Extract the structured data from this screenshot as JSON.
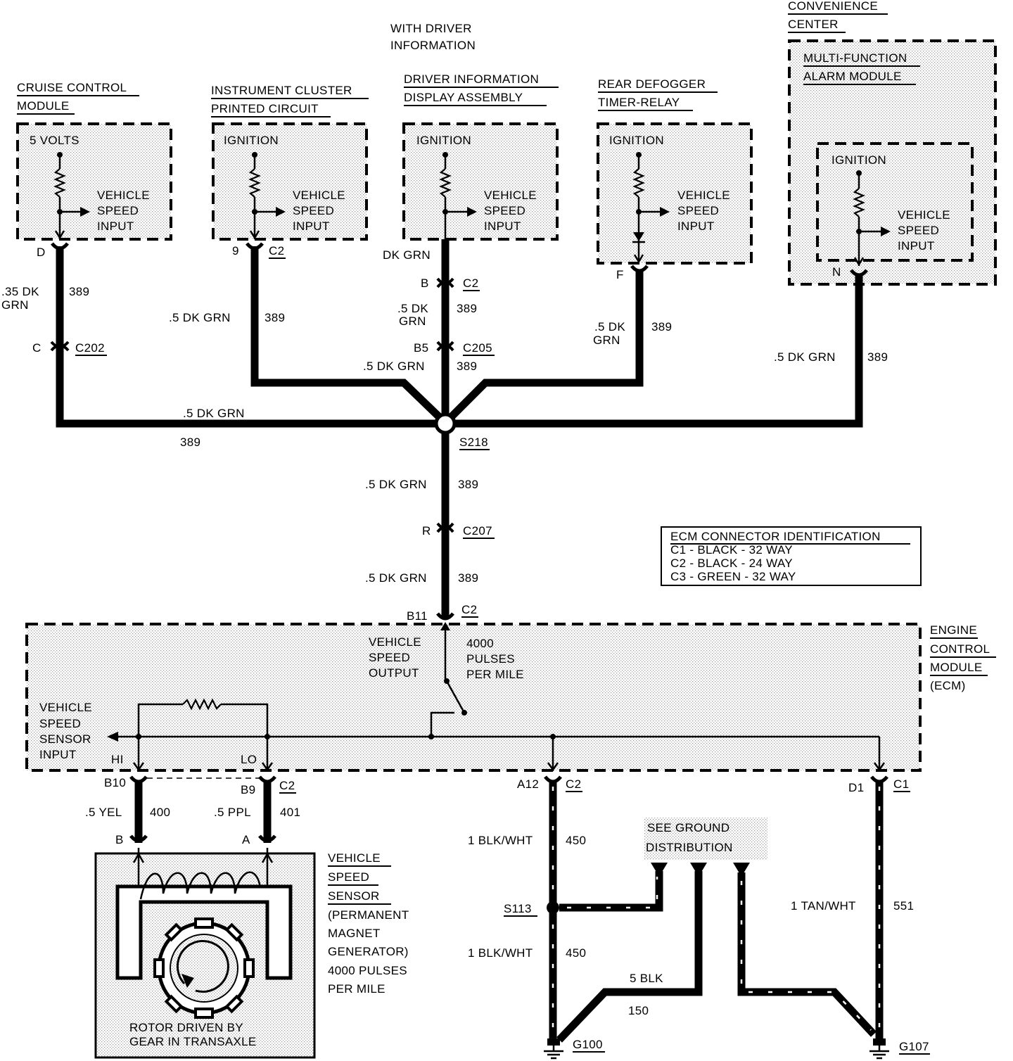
{
  "modules": {
    "cruise": {
      "title1": "CRUISE CONTROL",
      "title2": "MODULE",
      "supply": "5 VOLTS",
      "input1": "VEHICLE",
      "input2": "SPEED",
      "input3": "INPUT"
    },
    "cluster": {
      "title1": "INSTRUMENT CLUSTER",
      "title2": "PRINTED CIRCUIT",
      "supply": "IGNITION",
      "input1": "VEHICLE",
      "input2": "SPEED",
      "input3": "INPUT"
    },
    "dida": {
      "note1": "WITH DRIVER",
      "note2": "INFORMATION",
      "title1": "DRIVER INFORMATION",
      "title2": "DISPLAY ASSEMBLY",
      "supply": "IGNITION",
      "input1": "VEHICLE",
      "input2": "SPEED",
      "input3": "INPUT"
    },
    "defog": {
      "title1": "REAR DEFOGGER",
      "title2": "TIMER-RELAY",
      "supply": "IGNITION",
      "input1": "VEHICLE",
      "input2": "SPEED",
      "input3": "INPUT"
    },
    "conv": {
      "title1": "CONVENIENCE",
      "title2": "CENTER",
      "sub1": "MULTI-FUNCTION",
      "sub2": "ALARM MODULE",
      "supply": "IGNITION",
      "input1": "VEHICLE",
      "input2": "SPEED",
      "input3": "INPUT"
    },
    "ecm": {
      "title1": "ENGINE",
      "title2": "CONTROL",
      "title3": "MODULE",
      "title4": "(ECM)",
      "out1": "VEHICLE",
      "out2": "SPEED",
      "out3": "OUTPUT",
      "pulses1": "4000",
      "pulses2": "PULSES",
      "pulses3": "PER MILE",
      "in1": "VEHICLE",
      "in2": "SPEED",
      "in3": "SENSOR",
      "in4": "INPUT",
      "hi": "HI",
      "lo": "LO"
    },
    "vss": {
      "t1": "VEHICLE",
      "t2": "SPEED",
      "t3": "SENSOR",
      "t4": "(PERMANENT",
      "t5": "MAGNET",
      "t6": "GENERATOR)",
      "t7": "4000 PULSES",
      "t8": "PER MILE",
      "rotor1": "ROTOR DRIVEN BY",
      "rotor2": "GEAR IN TRANSAXLE"
    }
  },
  "connector_table": {
    "title": "ECM CONNECTOR IDENTIFICATION",
    "rows": [
      "C1 - BLACK - 32 WAY",
      "C2 - BLACK - 24 WAY",
      "C3 - GREEN - 32 WAY"
    ]
  },
  "ground_note": {
    "line1": "SEE GROUND",
    "line2": "DISTRIBUTION"
  },
  "pins": {
    "cruise_d": "D",
    "cluster_9": "9",
    "cluster_conn": "C2",
    "dida_b": "B",
    "dida_conn": "C2",
    "defog_f": "F",
    "conv_n": "N",
    "c202_pin": "C",
    "c202": "C202",
    "c205_pin": "B5",
    "c205": "C205",
    "splice": "S218",
    "c207_pin": "R",
    "c207": "C207",
    "ecm_b11": "B11",
    "ecm_b11_conn": "C2",
    "ecm_b10": "B10",
    "ecm_b9": "B9",
    "ecm_b9_conn": "C2",
    "vss_b": "B",
    "vss_a": "A",
    "ecm_a12": "A12",
    "ecm_a12_conn": "C2",
    "ecm_d1": "D1",
    "ecm_d1_conn": "C1",
    "s113": "S113",
    "g100": "G100",
    "g107": "G107"
  },
  "wires": {
    "cruise_a": ".35 DK",
    "cruise_b": "GRN",
    "cruise_circuit": "389",
    "cluster_color": ".5 DK GRN",
    "cluster_circuit": "389",
    "dida_top": "DK GRN",
    "dida_a": ".5 DK",
    "dida_b": "GRN",
    "dida_circuit": "389",
    "dida_low": ".5 DK GRN",
    "dida_low_circuit": "389",
    "defog_a": ".5 DK",
    "defog_b": "GRN",
    "defog_circuit": "389",
    "conv_color": ".5 DK GRN",
    "conv_circuit": "389",
    "left_color": ".5 DK GRN",
    "left_circuit": "389",
    "trunk1_color": ".5 DK GRN",
    "trunk1_circuit": "389",
    "trunk2_color": ".5 DK GRN",
    "trunk2_circuit": "389",
    "vss_b_color": ".5 YEL",
    "vss_b_circuit": "400",
    "vss_a_color": ".5 PPL",
    "vss_a_circuit": "401",
    "gnd1_color": "1 BLK/WHT",
    "gnd1_circuit": "450",
    "gnd2_color": "1 BLK/WHT",
    "gnd2_circuit": "450",
    "blk_color": "5 BLK",
    "blk_circuit": "150",
    "tan_color": "1 TAN/WHT",
    "tan_circuit": "551"
  }
}
